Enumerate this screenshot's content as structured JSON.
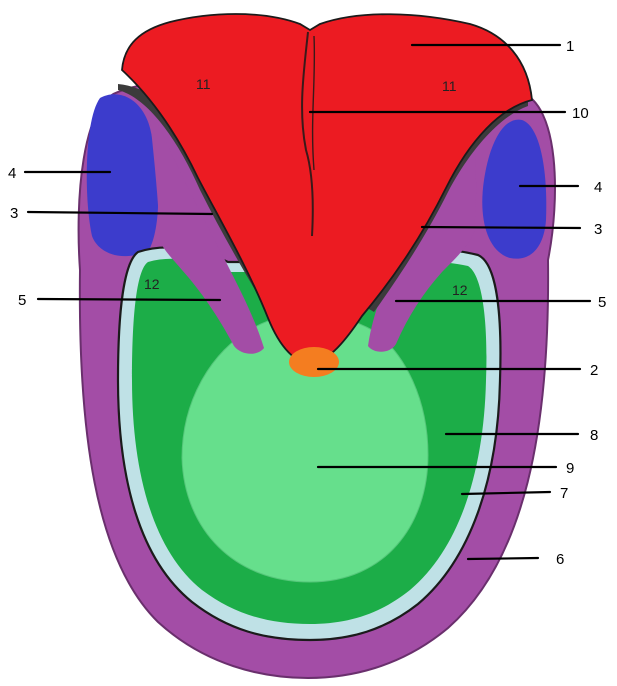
{
  "colors": {
    "outer_wall": "#a34da6",
    "lateral_pad": "#3c3ccc",
    "dark_band": "#3b3b3b",
    "red_mass": "#ec1b22",
    "orange_tip": "#f47d20",
    "pale_rim": "#bfe1e6",
    "green_ring": "#1cad48",
    "light_green_core": "#66df8c"
  },
  "labels": {
    "l1": "1",
    "l2": "2",
    "l3_left": "3",
    "l3_right": "3",
    "l4_left": "4",
    "l4_right": "4",
    "l5_left": "5",
    "l5_right": "5",
    "l6": "6",
    "l7": "7",
    "l8": "8",
    "l9": "9",
    "l10": "10"
  },
  "region_labels": {
    "r11_left": "11",
    "r11_right": "11",
    "r12_left": "12",
    "r12_right": "12"
  }
}
